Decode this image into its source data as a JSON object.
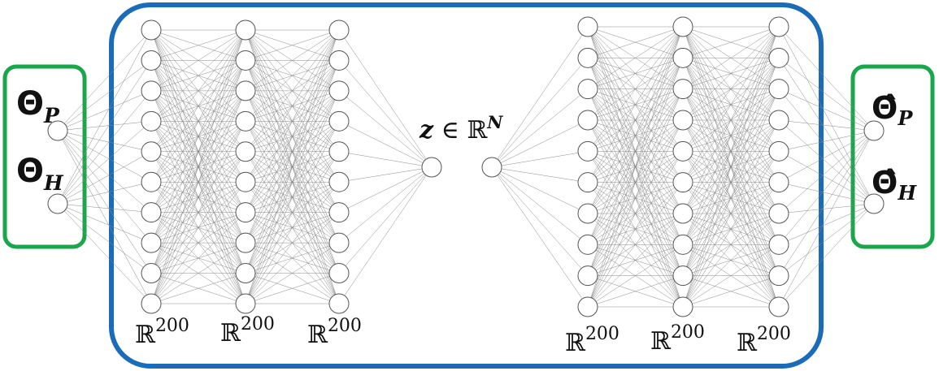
{
  "colors": {
    "autoencoder_box": "#1a6bb8",
    "io_box": "#1aa64b",
    "node_stroke": "#555555",
    "edge": "#8a8a8a"
  },
  "input_labels": {
    "theta_p": {
      "symbol": "Θ",
      "sub": "P"
    },
    "theta_h": {
      "symbol": "Θ",
      "sub": "H"
    }
  },
  "output_labels": {
    "theta_p_hat": {
      "symbol": "Θ̂",
      "sub": "P"
    },
    "theta_h_hat": {
      "symbol": "Θ̂",
      "sub": "H"
    }
  },
  "latent_label": {
    "var": "z",
    "in": " ∈ ",
    "space": "ℝ",
    "sup": "N"
  },
  "layer_dims": {
    "encoder": [
      {
        "space": "ℝ",
        "sup": "200"
      },
      {
        "space": "ℝ",
        "sup": "200"
      },
      {
        "space": "ℝ",
        "sup": "200"
      }
    ],
    "decoder": [
      {
        "space": "ℝ",
        "sup": "200"
      },
      {
        "space": "ℝ",
        "sup": "200"
      },
      {
        "space": "ℝ",
        "sup": "200"
      }
    ]
  },
  "network": {
    "input_nodes": 2,
    "encoder_hidden_nodes": [
      10,
      10,
      10
    ],
    "latent_nodes": 1,
    "decoder_hidden_nodes": [
      10,
      10,
      10
    ],
    "output_nodes": 2
  }
}
